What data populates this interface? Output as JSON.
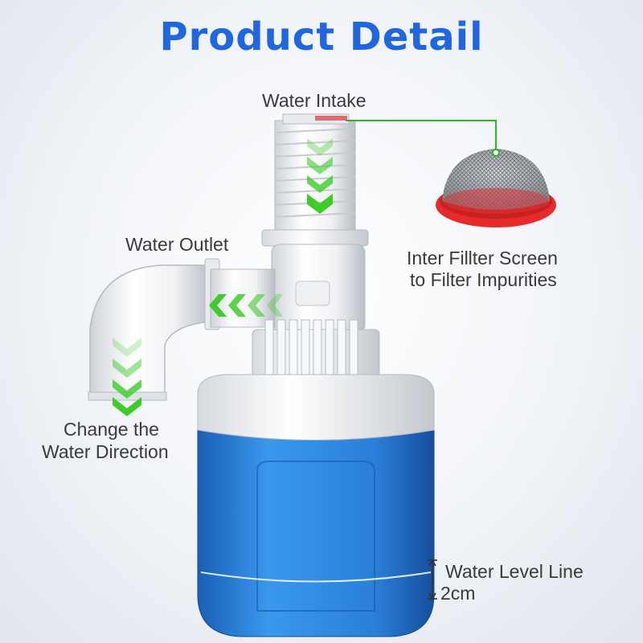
{
  "title": "Product Detail",
  "labels": {
    "water_intake": "Water Intake",
    "water_outlet": "Water Outlet",
    "filter_line1": "Inter Fillter Screen",
    "filter_line2": "to Filter Impurities",
    "direction_line1": "Change the",
    "direction_line2": "Water Direction",
    "level_line1": "Water Level Line",
    "level_line2": "2cm"
  },
  "colors": {
    "title": "#1f66e0",
    "arrow_green": "#3ecb2c",
    "float_blue": "#2b86e0",
    "filter_ring": "#e52b2b",
    "leader_line": "#2fb52a"
  }
}
